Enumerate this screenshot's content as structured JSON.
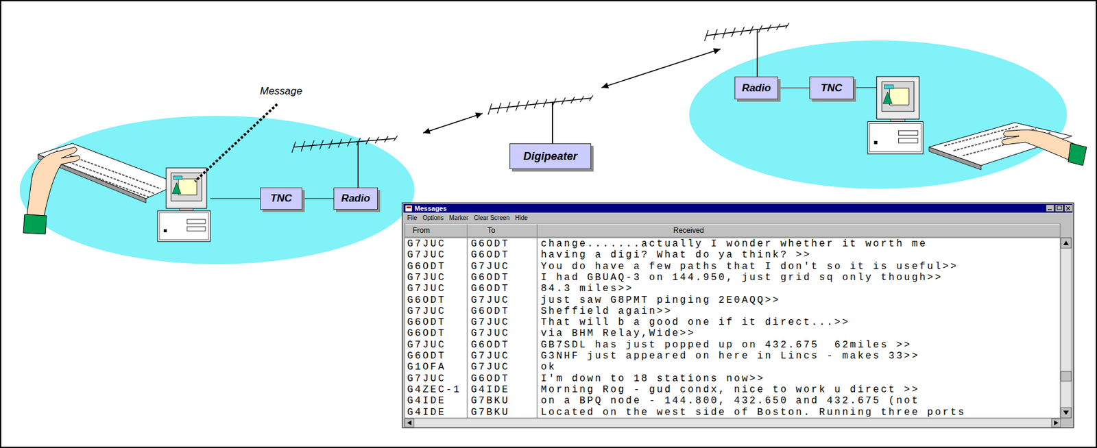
{
  "diagram": {
    "nodes": [
      {
        "text": [
          "Radio"
        ]
      },
      {
        "text": [
          "TNC"
        ]
      },
      {
        "text": [
          "Digipeater"
        ]
      },
      {
        "text": [
          "TNC"
        ]
      },
      {
        "text": [
          "Radio"
        ]
      }
    ],
    "edges": [
      {
        "from": 0,
        "to": 1,
        "arrow": "none"
      },
      {
        "from": 3,
        "to": 4,
        "arrow": "none"
      },
      {
        "from": 4,
        "to": 2,
        "arrow": "both"
      },
      {
        "from": 2,
        "to": 0,
        "arrow": "both"
      }
    ],
    "labels": [
      "Message",
      "Messages",
      "File",
      "Options",
      "Marker",
      "Clear Screen",
      "Hide",
      "From",
      "To",
      "Received",
      "G7JUC",
      "G6ODT",
      "change.......actually I wonder whether it worth me",
      "G7JUC",
      "G6ODT",
      "having a digi? What do ya think? >>",
      "G6ODT",
      "G7JUC",
      "You do have a few paths that I don't so it is useful>>",
      "G7JUC",
      "G6ODT",
      "I had GBUAQ-3 on 144.950, just grid sq only though>>",
      "G7JUC",
      "G6ODT",
      "84.3 miles>>",
      "G6ODT",
      "G7JUC",
      "just saw G8PMT pinging 2E0AQQ>>",
      "G7JUC",
      "G6ODT",
      "Sheffield again>>",
      "G6ODT",
      "G7JUC",
      "That will b a good one if it direct...>>",
      "G6ODT",
      "G7JUC",
      "via BHM Relay,Wide>>",
      "G7JUC",
      "G6ODT",
      "GB7SDL has just popped up on 432.675  62miles >>",
      "G6ODT",
      "G7JUC",
      "G3NHF just appeared on here in Lincs - makes 33>>",
      "G1OFA",
      "G7JUC",
      "ok",
      "G7JUC",
      "G6ODT",
      "I'm down to 18 stations now>>",
      "G4ZEC-1",
      "G4IDE",
      "Morning Rog - gud condx, nice to work u direct >>",
      "G4IDE",
      "G7BKU",
      "on a BPQ node - 144.800, 432.650 and 432.675 (not",
      "G4IDE",
      "G7BKU",
      "Located on the west side of Boston. Running three ports"
    ]
  }
}
